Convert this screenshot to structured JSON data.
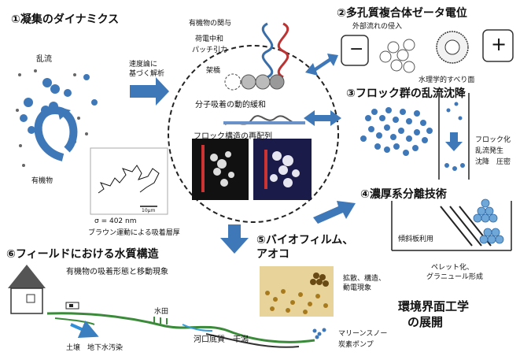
{
  "sections": {
    "s1": {
      "title": "①凝集のダイナミクス",
      "turbulence": "乱流",
      "organic": "有機物",
      "theory": [
        "速度論に",
        "基づく解析"
      ]
    },
    "s2": {
      "title": "②多孔質複合体ゼータ電位",
      "inflow": "外部流れの侵入",
      "minus": "−",
      "plus": "+"
    },
    "s3": {
      "title": "③フロック群の乱流沈降",
      "slip": "水理学的すべり面",
      "notes": [
        "フロック化",
        "乱流発生",
        "沈降　圧密"
      ]
    },
    "s4": {
      "title": "④濃厚系分離技術",
      "plate": "傾斜板利用",
      "pellet": [
        "ペレット化、",
        "グラニュール形成"
      ]
    },
    "s5": {
      "title": [
        "⑤バイオフィルム、",
        "アオコ"
      ],
      "notes": [
        "拡散、構造、",
        "動電現象"
      ]
    },
    "s6": {
      "title": "⑥フィールドにおける水質構造",
      "subtitle": "有機物の吸着形態と移動現象",
      "paddy": "水田",
      "estuary": "河口底質　干潟",
      "soil": "土壌　地下水汚染",
      "snow": [
        "マリーンスノー",
        "炭素ポンプ"
      ]
    },
    "center": {
      "organic_role": "有機物の関与",
      "charge": "荷電中和",
      "patch": "パッチ引力",
      "bridge": "架橋",
      "relax": "分子吸着の動的緩和",
      "rearrange": "フロック構造の再配列"
    },
    "micro": {
      "size": "σ = 402 nm",
      "caption": "ブラウン運動による吸着層厚",
      "scale": "10μm"
    },
    "footer": [
      "環境界面工学",
      "の展開"
    ]
  }
}
